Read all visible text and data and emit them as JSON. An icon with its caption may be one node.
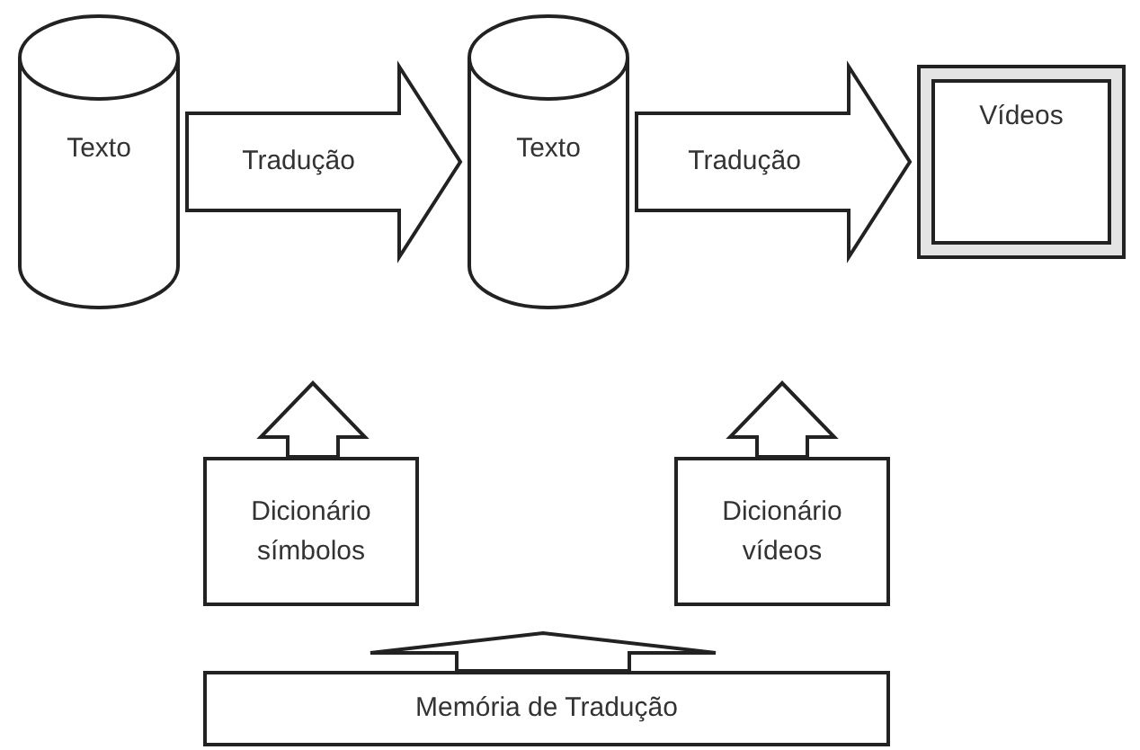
{
  "diagram": {
    "nodes": [
      {
        "text": [
          "Texto"
        ]
      },
      {
        "text": [
          "Texto"
        ]
      },
      {
        "text": [
          "Vídeos"
        ]
      },
      {
        "text": [
          "Dicionário símbolos"
        ]
      },
      {
        "text": [
          "Dicionário vídeos"
        ]
      },
      {
        "text": [
          "Memória de Tradução"
        ]
      }
    ],
    "edges": [
      {
        "from": 0,
        "to": 1,
        "arrow": "to",
        "label": "Tradução"
      },
      {
        "from": 1,
        "to": 2,
        "arrow": "to",
        "label": "Tradução"
      },
      {
        "from": 3,
        "to": null,
        "arrow": "to"
      },
      {
        "from": 4,
        "to": null,
        "arrow": "to"
      },
      {
        "from": 5,
        "to": null,
        "arrow": "to"
      }
    ]
  }
}
